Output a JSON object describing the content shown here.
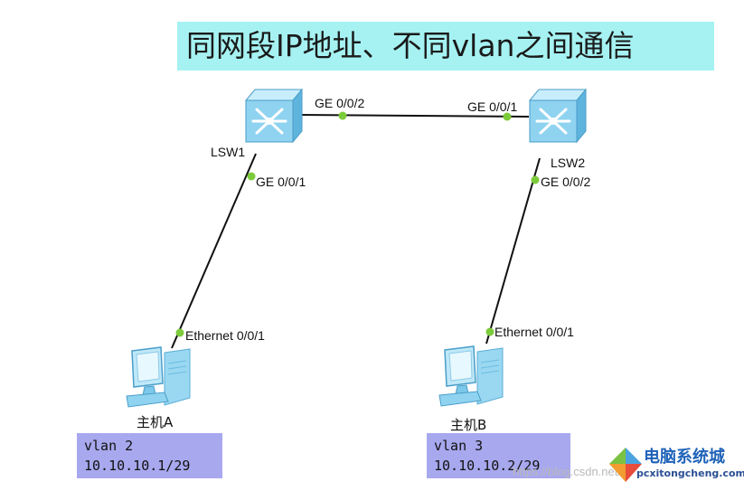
{
  "title": "同网段IP地址、不同vlan之间通信",
  "switches": [
    {
      "name": "LSW1",
      "port_up": "GE 0/0/2",
      "port_down": "GE 0/0/1"
    },
    {
      "name": "LSW2",
      "port_up": "GE 0/0/1",
      "port_down": "GE 0/0/2"
    }
  ],
  "hosts": [
    {
      "name": "主机A",
      "port": "Ethernet 0/0/1",
      "vlan": "vlan 2",
      "ip": "10.10.10.1/29"
    },
    {
      "name": "主机B",
      "port": "Ethernet 0/0/1",
      "vlan": "vlan 3",
      "ip": "10.10.10.2/29"
    }
  ],
  "watermark": {
    "url": "https://blog.csdn.net/",
    "logo_title": "电脑系统城",
    "logo_subtitle": "pcxitongcheng.com"
  },
  "colors": {
    "title_bg": "#a6f2f2",
    "info_bg": "#a8a8ef",
    "port_dot": "#7ccb3a",
    "link": "#111111",
    "switch_face": "#8fd3f0"
  }
}
